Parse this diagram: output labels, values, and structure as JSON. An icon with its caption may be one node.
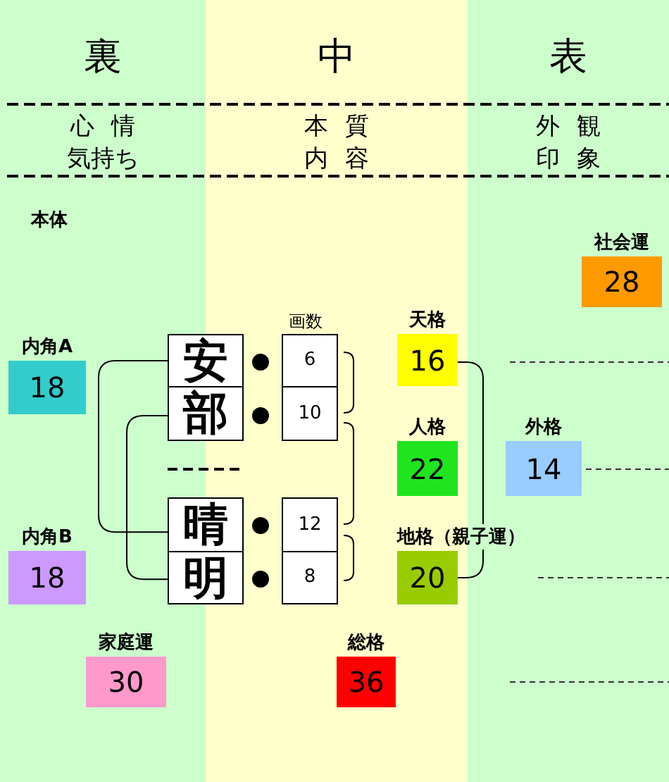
{
  "diagram": {
    "nodes": [
      {
        "text": [
          "裏",
          "心情",
          "気持ち"
        ]
      },
      {
        "text": [
          "中",
          "本質",
          "内容"
        ]
      },
      {
        "text": [
          "表",
          "外観",
          "印象"
        ]
      },
      {
        "text": [
          "社会運",
          "28"
        ],
        "in": 2
      },
      {
        "text": [
          "内角A",
          "18"
        ],
        "in": 0
      },
      {
        "text": [
          "安"
        ]
      },
      {
        "text": [
          "6"
        ],
        "in": 1
      },
      {
        "text": [
          "天格",
          "16"
        ],
        "in": 1
      },
      {
        "text": [
          "部"
        ]
      },
      {
        "text": [
          "10"
        ],
        "in": 1
      },
      {
        "text": [
          "人格",
          "22"
        ],
        "in": 1
      },
      {
        "text": [
          "外格",
          "14"
        ],
        "in": 2
      },
      {
        "text": [
          "晴"
        ]
      },
      {
        "text": [
          "12"
        ],
        "in": 1
      },
      {
        "text": [
          "内角B",
          "18"
        ],
        "in": 0
      },
      {
        "text": [
          "明"
        ]
      },
      {
        "text": [
          "8"
        ],
        "in": 1
      },
      {
        "text": [
          "地格（親子運）",
          "20"
        ]
      },
      {
        "text": [
          "家庭運",
          "30"
        ],
        "in": 0
      },
      {
        "text": [
          "総格",
          "36"
        ],
        "in": 1
      }
    ],
    "edges": [
      {
        "from": 5,
        "to": 12,
        "arrow": "none"
      },
      {
        "from": 8,
        "to": 15,
        "arrow": "none"
      },
      {
        "from": 7,
        "to": 17,
        "arrow": "none"
      }
    ],
    "labels": [
      "本体",
      "画数"
    ]
  }
}
